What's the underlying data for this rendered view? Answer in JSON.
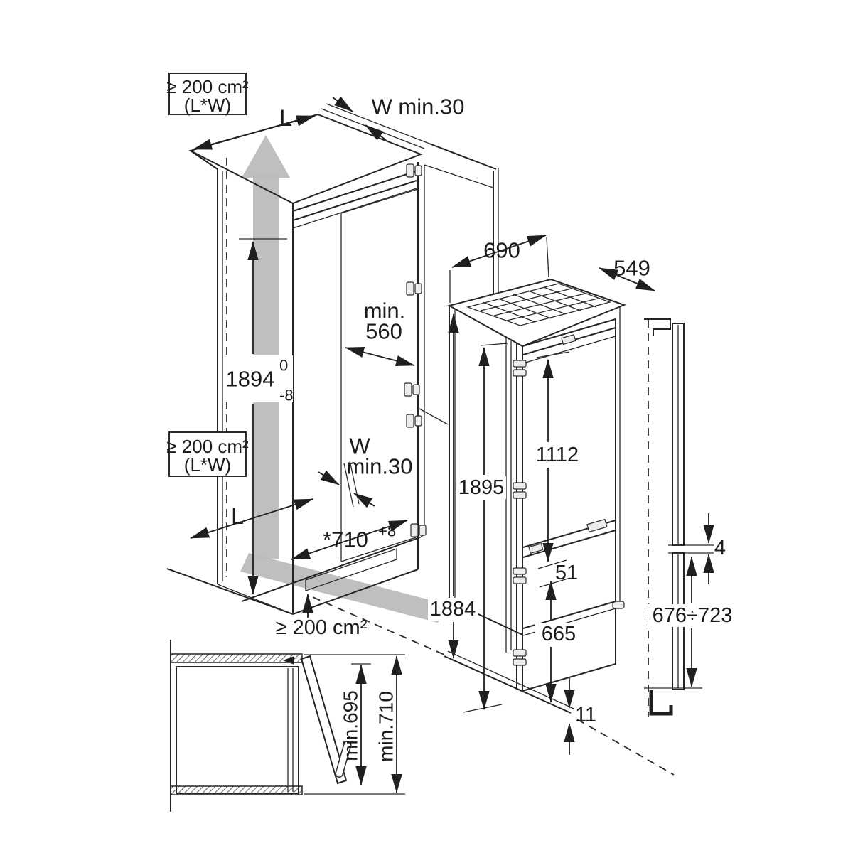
{
  "diagram": {
    "type": "technical installation drawing",
    "subject": "Built-in fridge-freezer niche, appliance and furniture-door dimensions in mm"
  },
  "labels": {
    "vent_top_area": "≥ 200 cm²",
    "vent_top_formula": "(L*W)",
    "length_top": "L",
    "wall_gap_top": "W min.30",
    "niche_height": "1894",
    "niche_height_tol_upper": "0",
    "niche_height_tol_lower": "-8",
    "niche_depth_prefix": "min.",
    "niche_depth_value": "560",
    "vent_mid_area": "≥ 200 cm²",
    "vent_mid_formula": "(L*W)",
    "wall_gap_mid_prefix": "W",
    "wall_gap_mid_value": "min.30",
    "length_bottom": "L",
    "niche_width": "*710",
    "niche_width_tol": "+8",
    "vent_bottom_area": "≥ 200 cm²",
    "appliance_width": "690",
    "appliance_depth": "549",
    "appliance_height": "1895",
    "appliance_height_rear": "1884",
    "upper_door_height": "1112",
    "door_split_gap": "51",
    "lower_door_height": "665",
    "floor_gap": "11",
    "panel_joint_gap": "4",
    "lower_panel_height": "676÷723",
    "open_door_clearance_inner": "min.695",
    "open_door_clearance_outer": "min.710"
  },
  "colors": {
    "line": "#222222",
    "airflow_grey": "#b9bcbe",
    "background": "#ffffff"
  }
}
